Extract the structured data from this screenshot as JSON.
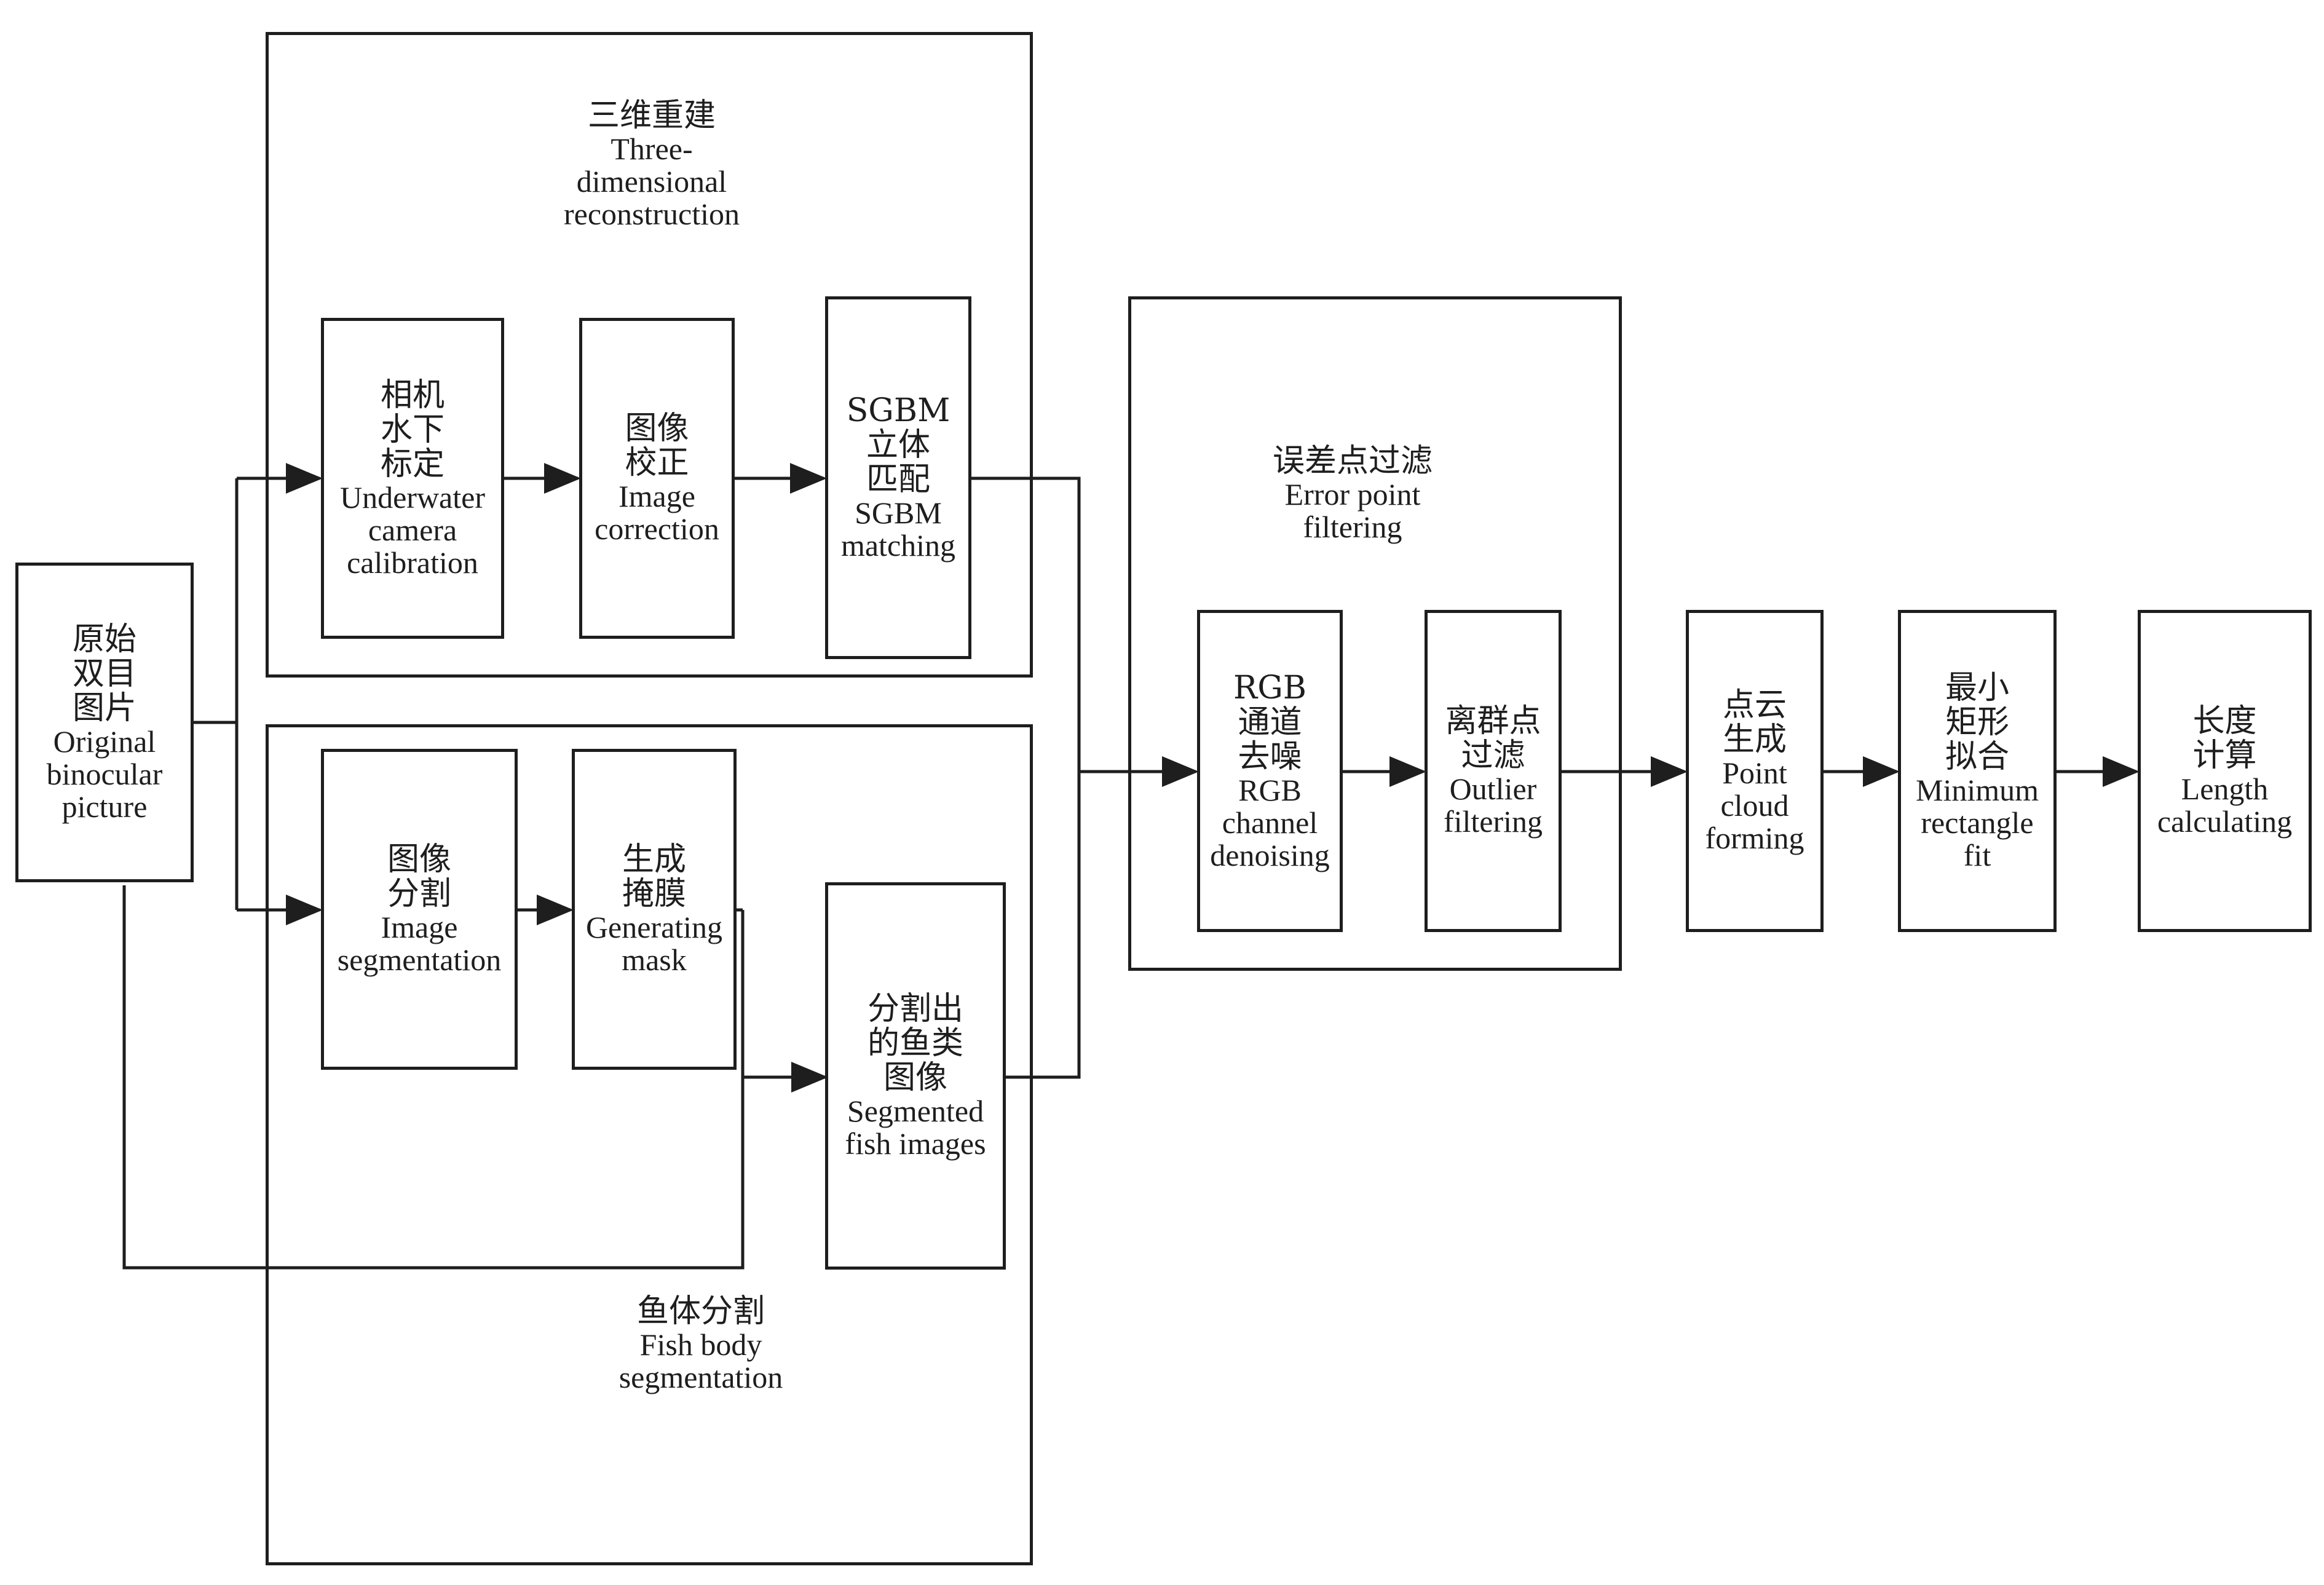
{
  "colors": {
    "stroke": "#1e1e1e",
    "background": "#ffffff"
  },
  "groups": {
    "reconstruction": {
      "zh": "三维重建",
      "en": "Three-\ndimensional\nreconstruction"
    },
    "fish_segmentation": {
      "zh": "鱼体分割",
      "en": "Fish body\nsegmentation"
    },
    "error_filtering": {
      "zh": "误差点过滤",
      "en": "Error point\nfiltering"
    }
  },
  "nodes": {
    "original": {
      "zh": "原始\n双目\n图片",
      "en": "Original\nbinocular\npicture"
    },
    "calibration": {
      "zh": "相机\n水下\n标定",
      "en": "Underwater\ncamera\ncalibration"
    },
    "correction": {
      "zh": "图像\n校正",
      "en": "Image\ncorrection"
    },
    "sgbm": {
      "zh": "SGBM\n立体\n匹配",
      "en": "SGBM\nmatching"
    },
    "segmentation": {
      "zh": "图像\n分割",
      "en": "Image\nsegmentation"
    },
    "mask": {
      "zh": "生成\n掩膜",
      "en": "Generating\nmask"
    },
    "segmented": {
      "zh": "分割出\n的鱼类\n图像",
      "en": "Segmented\nfish images"
    },
    "rgb_denoise": {
      "zh": "RGB\n通道\n去噪",
      "en": "RGB\nchannel\ndenoising"
    },
    "outlier": {
      "zh": "离群点\n过滤",
      "en": "Outlier\nfiltering"
    },
    "point_cloud": {
      "zh": "点云\n生成",
      "en": "Point\ncloud\nforming"
    },
    "min_rect": {
      "zh": "最小\n矩形\n拟合",
      "en": "Minimum\nrectangle\nfit"
    },
    "length": {
      "zh": "长度\n计算",
      "en": "Length\ncalculating"
    }
  }
}
